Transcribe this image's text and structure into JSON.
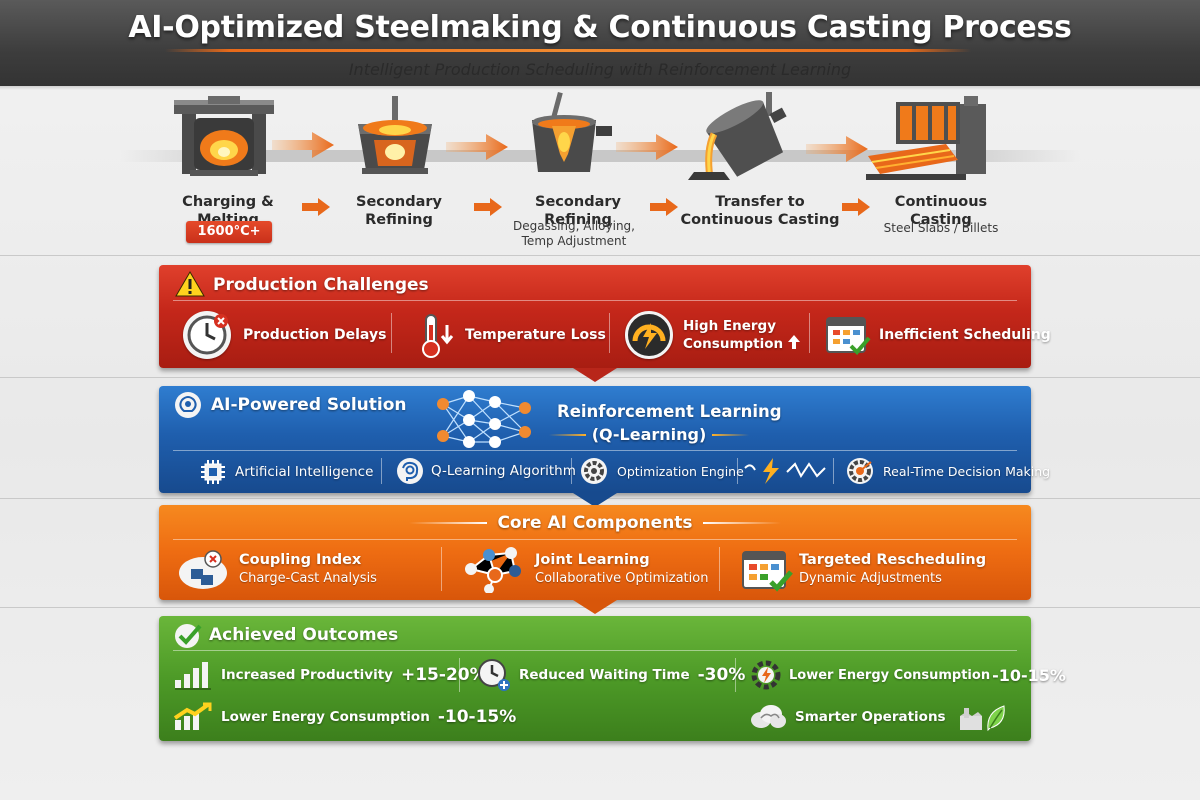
{
  "header": {
    "title": "AI-Optimized Steelmaking & Continuous Casting Process",
    "subtitle": "Intelligent Production Scheduling with Reinforcement Learning"
  },
  "process": {
    "stages": [
      {
        "label": "Charging & Melting",
        "icon": "electric-arc-furnace-icon",
        "badge": "1600°C+"
      },
      {
        "label": "Secondary Refining",
        "icon": "ladle-furnace-icon"
      },
      {
        "label": "Secondary Refining",
        "icon": "refining-ladle-icon",
        "note": "Degassing, Alloying, Temp Adjustment"
      },
      {
        "label": "Transfer to Continuous Casting",
        "icon": "pouring-ladle-icon"
      },
      {
        "label": "Continuous Casting",
        "icon": "casting-machine-icon",
        "note": "Steel Slabs / Billets"
      }
    ]
  },
  "challenges": {
    "title": "Production Challenges",
    "color": "#c4271a",
    "items": [
      {
        "label": "Production Delays",
        "icon": "clock-delay-icon"
      },
      {
        "label": "Temperature Loss",
        "icon": "thermometer-down-icon"
      },
      {
        "label": "High Energy Consumption",
        "icon": "energy-gauge-icon"
      },
      {
        "label": "Inefficient Scheduling",
        "icon": "calendar-check-icon"
      }
    ]
  },
  "solution": {
    "title": "AI-Powered Solution",
    "color": "#1f5fae",
    "rl_title": "Reinforcement Learning",
    "rl_subtitle": "(Q-Learning)",
    "items": [
      {
        "label": "Artificial Intelligence",
        "icon": "chip-icon"
      },
      {
        "label": "Q-Learning Algorithm",
        "icon": "brain-gear-icon"
      },
      {
        "label": "Optimization Engine",
        "icon": "gear-engine-icon"
      },
      {
        "label": "Real-Time Decision Making",
        "icon": "target-gear-icon"
      }
    ]
  },
  "components": {
    "title": "Core AI Components",
    "color": "#ee6c12",
    "items": [
      {
        "label": "Coupling Index",
        "sub": "Charge-Cast Analysis",
        "icon": "coupling-index-icon"
      },
      {
        "label": "Joint Learning",
        "sub": "Collaborative Optimization",
        "icon": "network-nodes-icon"
      },
      {
        "label": "Targeted Rescheduling",
        "sub": "Dynamic Adjustments",
        "icon": "calendar-check-icon"
      }
    ]
  },
  "outcomes": {
    "title": "Achieved Outcomes",
    "color": "#4d9a27",
    "items": [
      {
        "label": "Increased Productivity",
        "value": "+15-20%",
        "icon": "bar-chart-up-icon"
      },
      {
        "label": "Reduced Waiting Time",
        "value": "-30%",
        "icon": "clock-plus-icon"
      },
      {
        "label": "Lower Energy Consumption",
        "value": "-10-15%",
        "icon": "energy-gear-icon"
      },
      {
        "label": "Lower Energy Consumption",
        "value": "-10-15%",
        "icon": "trend-up-chart-icon"
      },
      {
        "label": "Smarter Operations",
        "icon": "brain-cloud-icon"
      }
    ]
  }
}
